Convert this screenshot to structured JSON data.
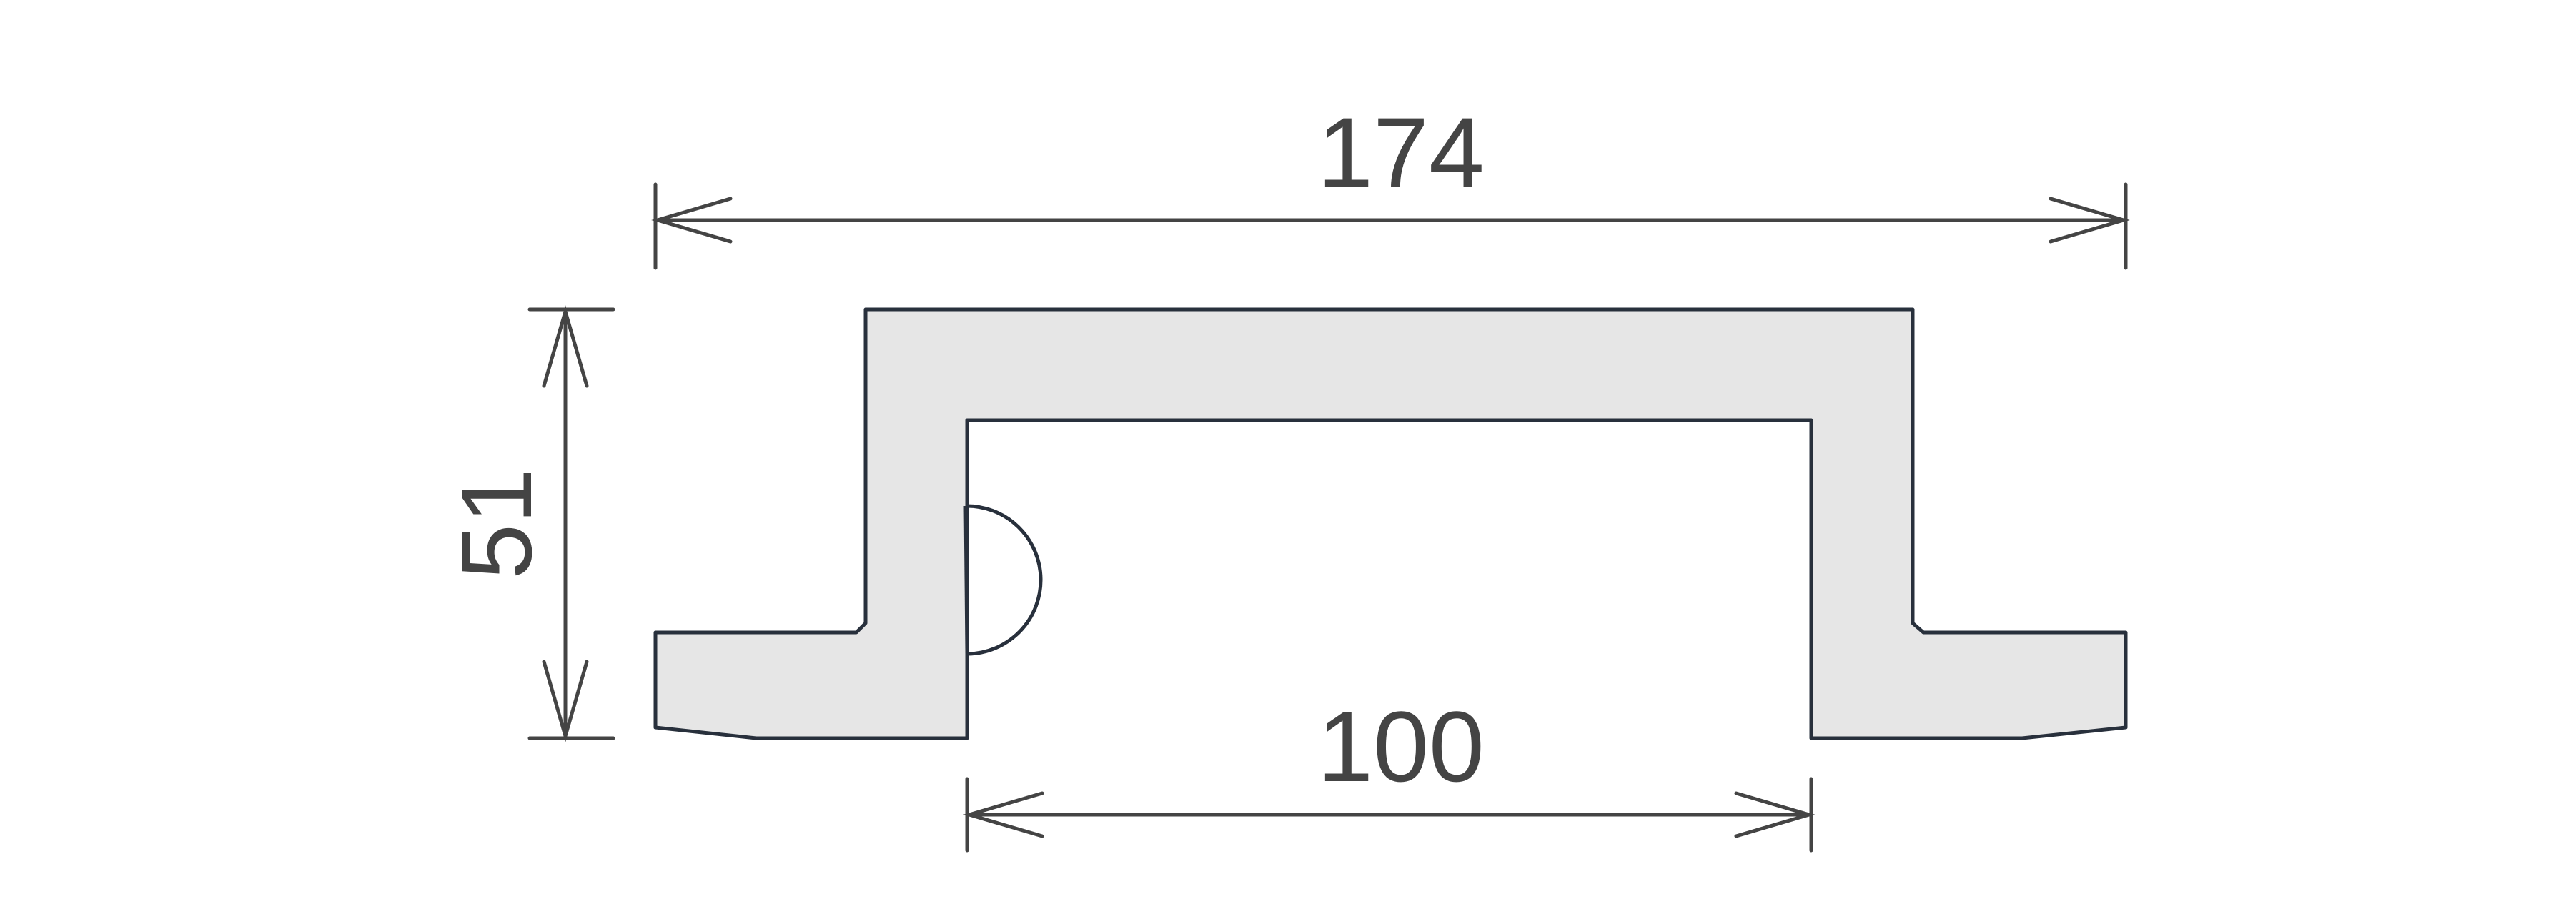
{
  "dimensions": {
    "overall_width": "174",
    "height": "51",
    "inner_width": "100"
  },
  "colors": {
    "profile_fill": "#e6e6e6",
    "profile_stroke": "#28303c",
    "dimension": "#444444",
    "background": "#ffffff"
  }
}
